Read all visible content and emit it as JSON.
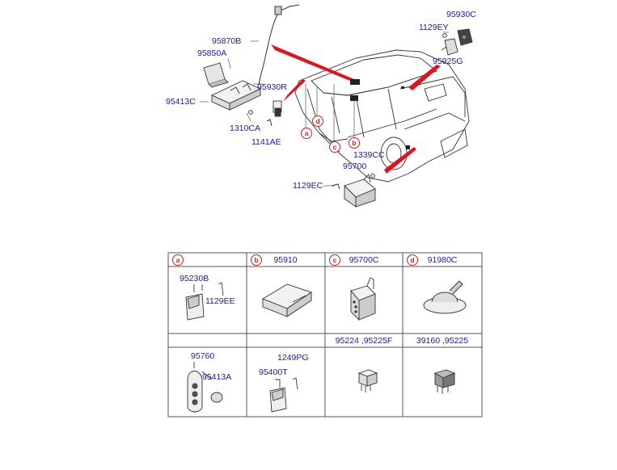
{
  "top_diagram": {
    "callouts": [
      {
        "id": "c1",
        "text": "95870B"
      },
      {
        "id": "c2",
        "text": "95850A"
      },
      {
        "id": "c3",
        "text": "95413C"
      },
      {
        "id": "c4",
        "text": "95930R"
      },
      {
        "id": "c5",
        "text": "1310CA"
      },
      {
        "id": "c6",
        "text": "1141AE"
      },
      {
        "id": "c7",
        "text": "95930C"
      },
      {
        "id": "c8",
        "text": "1129EY"
      },
      {
        "id": "c9",
        "text": "95925G"
      },
      {
        "id": "c10",
        "text": "1339CC"
      },
      {
        "id": "c11",
        "text": "95700"
      },
      {
        "id": "c12",
        "text": "1129EC"
      }
    ],
    "markers": [
      "a",
      "d",
      "c",
      "b"
    ]
  },
  "table": {
    "row1_headers": [
      {
        "tag": "a",
        "text": ""
      },
      {
        "tag": "b",
        "text": "95910"
      },
      {
        "tag": "c",
        "text": "95700C"
      },
      {
        "tag": "d",
        "text": "91980C"
      }
    ],
    "cell_a_labels": [
      "95230B",
      "1129EE"
    ],
    "row2_headers": [
      "",
      "",
      "95224 ,95225F",
      "39160 ,95225"
    ],
    "cell_e_labels": [
      "95760",
      "95413A"
    ],
    "cell_f_labels": [
      "1249PG",
      "95400T"
    ]
  }
}
